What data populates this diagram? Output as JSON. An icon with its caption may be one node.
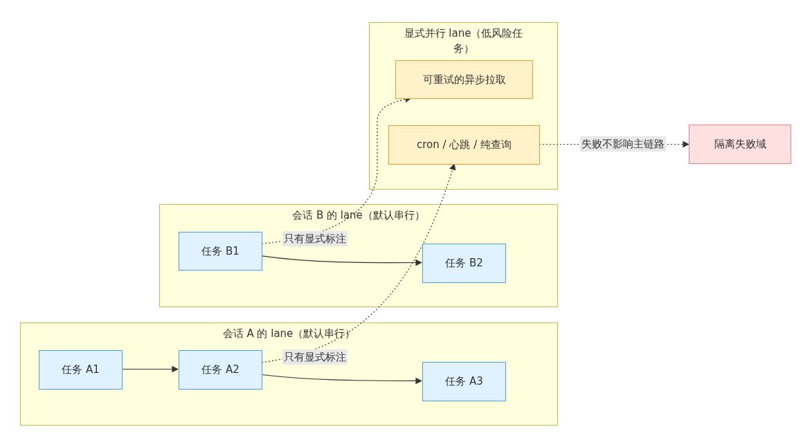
{
  "diagram": {
    "nodes": [
      {
        "text": [
          "显式并行 lane（低风险任务）"
        ]
      },
      {
        "text": [
          "可重试的异步拉取"
        ],
        "in": 0
      },
      {
        "text": [
          "cron / 心跳 / 纯查询"
        ],
        "in": 0
      },
      {
        "text": [
          "隔离失败域"
        ]
      },
      {
        "text": [
          "会话 B 的 lane（默认串行）"
        ]
      },
      {
        "text": [
          "任务 B1"
        ],
        "in": 4
      },
      {
        "text": [
          "任务 B2"
        ],
        "in": 4
      },
      {
        "text": [
          "会话 A 的 lane（默认串行）"
        ]
      },
      {
        "text": [
          "任务 A1"
        ],
        "in": 7
      },
      {
        "text": [
          "任务 A2"
        ],
        "in": 7
      },
      {
        "text": [
          "任务 A3"
        ],
        "in": 7
      }
    ],
    "edges": [
      {
        "from": 8,
        "to": 9,
        "arrow": "to"
      },
      {
        "from": 9,
        "to": 10,
        "arrow": "to"
      },
      {
        "from": 5,
        "to": 6,
        "arrow": "to"
      },
      {
        "from": 9,
        "to": 2,
        "arrow": "to",
        "label": "只有显式标注",
        "style": "dashed"
      },
      {
        "from": 5,
        "to": 1,
        "arrow": "to",
        "label": "只有显式标注",
        "style": "dashed"
      },
      {
        "from": 2,
        "to": 3,
        "arrow": "to",
        "label": "失败不影响主链路",
        "style": "dashed"
      }
    ]
  }
}
